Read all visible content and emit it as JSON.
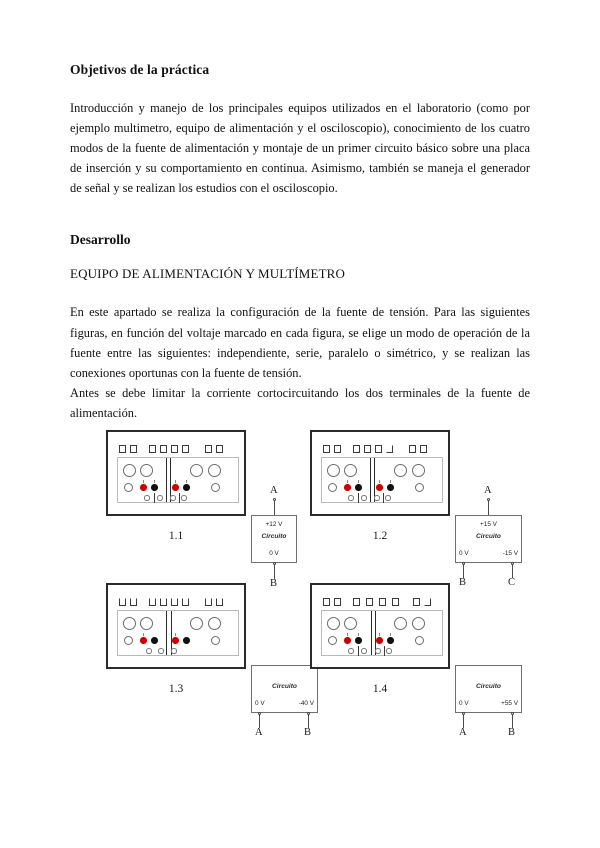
{
  "document": {
    "section1": {
      "heading": "Objetivos de la práctica",
      "body": "Introducción y manejo de los principales equipos utilizados en el laboratorio (como por ejemplo multimetro, equipo de alimentación y el osciloscopio), conocimiento de los cuatro modos de la fuente de alimentación y montaje de un primer circuito básico sobre una placa de inserción y su comportamiento en continua. Asimismo, también se maneja el generador de señal y se realizan los estudios con el osciloscopio."
    },
    "section2": {
      "heading": "Desarrollo",
      "subtitle": "EQUIPO DE ALIMENTACIÓN Y MULTÍMETRO",
      "body1": "En este apartado se realiza la configuración de la fuente de tensión. Para las siguientes figuras, en función del voltaje marcado en cada figura, se elige un modo de operación de la fuente entre las siguientes: independiente, serie, paralelo o simétrico, y se realizan las conexiones oportunas con la fuente de tensión.",
      "body2": "Antes se debe limitar la corriente cortocircuitando los dos terminales de la fuente de alimentación."
    }
  },
  "figures": [
    {
      "id": "fig-1-1",
      "caption": "1.1",
      "device_name": "power-supply-panel",
      "circuit": {
        "label": "Circuito",
        "top_value": "+12 V",
        "bottom_left_value": "0 V",
        "bottom_right_value": "",
        "terminals": [
          {
            "name": "A",
            "position": "top"
          },
          {
            "name": "B",
            "position": "bottom"
          }
        ]
      }
    },
    {
      "id": "fig-1-2",
      "caption": "1.2",
      "device_name": "power-supply-panel",
      "circuit": {
        "label": "Circuito",
        "top_value": "+15 V",
        "bottom_left_value": "0 V",
        "bottom_right_value": "-15 V",
        "terminals": [
          {
            "name": "A",
            "position": "top"
          },
          {
            "name": "B",
            "position": "bottom-left"
          },
          {
            "name": "C",
            "position": "bottom-right"
          }
        ]
      }
    },
    {
      "id": "fig-1-3",
      "caption": "1.3",
      "device_name": "power-supply-panel",
      "circuit": {
        "label": "Circuito",
        "top_value": "",
        "bottom_left_value": "0 V",
        "bottom_right_value": "-40 V",
        "terminals": [
          {
            "name": "A",
            "position": "bottom-left"
          },
          {
            "name": "B",
            "position": "bottom-right"
          }
        ]
      }
    },
    {
      "id": "fig-1-4",
      "caption": "1.4",
      "device_name": "power-supply-panel",
      "circuit": {
        "label": "Circuito",
        "top_value": "",
        "bottom_left_value": "0 V",
        "bottom_right_value": "+55 V",
        "terminals": [
          {
            "name": "A",
            "position": "bottom-left"
          },
          {
            "name": "B",
            "position": "bottom-right"
          }
        ]
      }
    }
  ],
  "colors": {
    "jack_positive": "#cc0000",
    "jack_negative": "#111111",
    "frame": "#2b2b2b",
    "text": "#111111"
  }
}
